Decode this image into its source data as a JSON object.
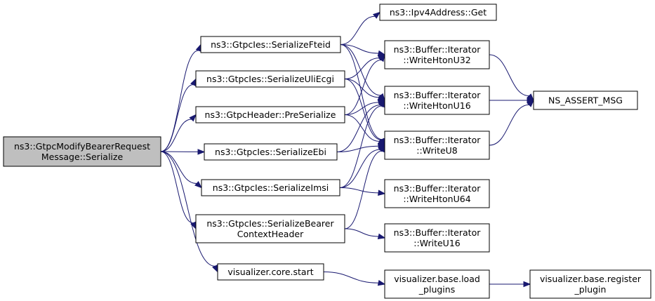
{
  "graph": {
    "nodes": {
      "root": {
        "lines": [
          "ns3::GtpcModifyBearerRequest",
          "Message::Serialize"
        ]
      },
      "fteid": {
        "lines": [
          "ns3::GtpcIes::SerializeFteid"
        ]
      },
      "uliecgi": {
        "lines": [
          "ns3::GtpcIes::SerializeUliEcgi"
        ]
      },
      "preser": {
        "lines": [
          "ns3::GtpcHeader::PreSerialize"
        ]
      },
      "ebi": {
        "lines": [
          "ns3::GtpcIes::SerializeEbi"
        ]
      },
      "imsi": {
        "lines": [
          "ns3::GtpcIes::SerializeImsi"
        ]
      },
      "bearer": {
        "lines": [
          "ns3::GtpcIes::SerializeBearer",
          "ContextHeader"
        ]
      },
      "vcstart": {
        "lines": [
          "visualizer.core.start"
        ]
      },
      "ipv4get": {
        "lines": [
          "ns3::Ipv4Address::Get"
        ]
      },
      "w32": {
        "lines": [
          "ns3::Buffer::Iterator",
          "::WriteHtonU32"
        ]
      },
      "w16": {
        "lines": [
          "ns3::Buffer::Iterator",
          "::WriteHtonU16"
        ]
      },
      "wu8": {
        "lines": [
          "ns3::Buffer::Iterator",
          "::WriteU8"
        ]
      },
      "w64": {
        "lines": [
          "ns3::Buffer::Iterator",
          "::WriteHtonU64"
        ]
      },
      "wu16": {
        "lines": [
          "ns3::Buffer::Iterator",
          "::WriteU16"
        ]
      },
      "assert": {
        "lines": [
          "NS_ASSERT_MSG"
        ]
      },
      "loadplug": {
        "lines": [
          "visualizer.base.load",
          "_plugins"
        ]
      },
      "regplug": {
        "lines": [
          "visualizer.base.register",
          "_plugin"
        ]
      }
    },
    "edges": [
      [
        "root",
        "fteid"
      ],
      [
        "root",
        "uliecgi"
      ],
      [
        "root",
        "preser"
      ],
      [
        "root",
        "ebi"
      ],
      [
        "root",
        "imsi"
      ],
      [
        "root",
        "bearer"
      ],
      [
        "root",
        "vcstart"
      ],
      [
        "fteid",
        "ipv4get"
      ],
      [
        "fteid",
        "w32"
      ],
      [
        "fteid",
        "w16"
      ],
      [
        "fteid",
        "wu8"
      ],
      [
        "uliecgi",
        "w32"
      ],
      [
        "uliecgi",
        "w16"
      ],
      [
        "uliecgi",
        "wu8"
      ],
      [
        "preser",
        "w32"
      ],
      [
        "preser",
        "w16"
      ],
      [
        "preser",
        "wu8"
      ],
      [
        "ebi",
        "w16"
      ],
      [
        "ebi",
        "wu8"
      ],
      [
        "imsi",
        "w16"
      ],
      [
        "imsi",
        "wu8"
      ],
      [
        "imsi",
        "w64"
      ],
      [
        "bearer",
        "wu8"
      ],
      [
        "bearer",
        "wu16"
      ],
      [
        "w32",
        "assert"
      ],
      [
        "w16",
        "assert"
      ],
      [
        "wu8",
        "assert"
      ],
      [
        "vcstart",
        "loadplug"
      ],
      [
        "loadplug",
        "regplug"
      ]
    ]
  }
}
